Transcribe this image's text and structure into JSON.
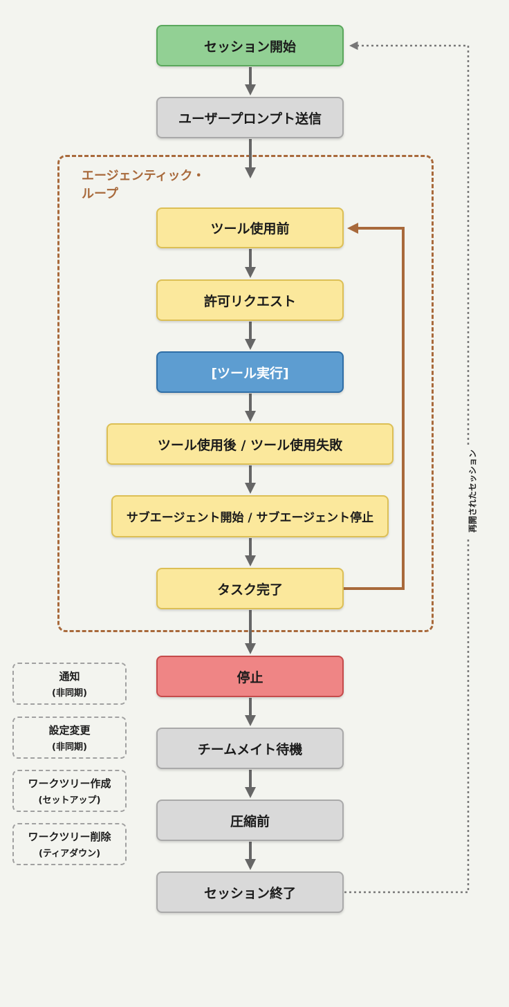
{
  "main_flow": {
    "session_start": "セッション開始",
    "user_prompt": "ユーザープロンプト送信",
    "stop": "停止",
    "teammate_idle": "チームメイト待機",
    "pre_compact": "圧縮前",
    "session_end": "セッション終了"
  },
  "loop": {
    "label_line1": "エージェンティック・",
    "label_line2": "ループ",
    "pre_tool_use": "ツール使用前",
    "permission_request": "許可リクエスト",
    "tool_exec": "[ツール実行]",
    "post_tool_use": "ツール使用後 / ツール使用失敗",
    "subagent": "サブエージェント開始 / サブエージェント停止",
    "task_complete": "タスク完了"
  },
  "side_events": [
    {
      "title": "通知",
      "sub": "(非同期)"
    },
    {
      "title": "設定変更",
      "sub": "(非同期)"
    },
    {
      "title": "ワークツリー作成",
      "sub": "(セットアップ)"
    },
    {
      "title": "ワークツリー削除",
      "sub": "(ティアダウン)"
    }
  ],
  "resumed_label": "再開されたセッション",
  "colors": {
    "start": "#92d094",
    "neutral": "#d9d9d9",
    "hook": "#fbe89c",
    "exec": "#5d9dd1",
    "stop": "#ef8585",
    "loop": "#a8693b"
  }
}
